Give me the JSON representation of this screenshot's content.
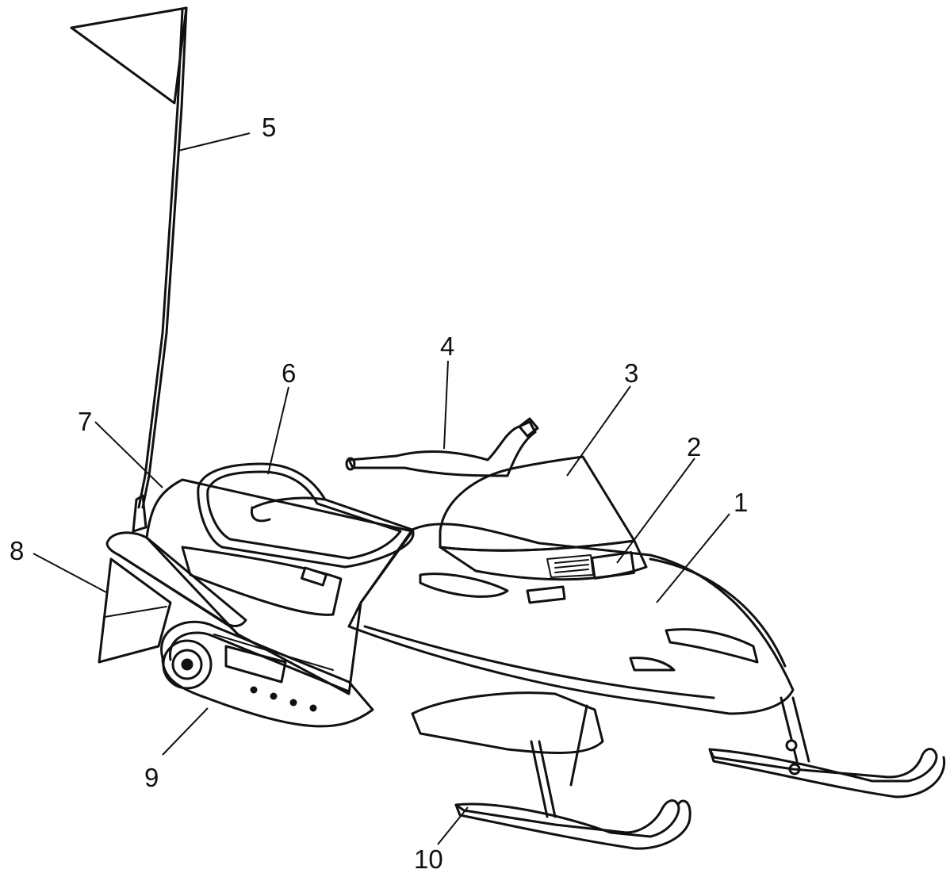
{
  "figure": {
    "subject": "snowmobile-line-drawing",
    "callouts": [
      {
        "id": "callout-1",
        "label": "1"
      },
      {
        "id": "callout-2",
        "label": "2"
      },
      {
        "id": "callout-3",
        "label": "3"
      },
      {
        "id": "callout-4",
        "label": "4"
      },
      {
        "id": "callout-5",
        "label": "5"
      },
      {
        "id": "callout-6",
        "label": "6"
      },
      {
        "id": "callout-7",
        "label": "7"
      },
      {
        "id": "callout-8",
        "label": "8"
      },
      {
        "id": "callout-9",
        "label": "9"
      },
      {
        "id": "callout-10",
        "label": "10"
      }
    ],
    "colors": {
      "ink": "#111111",
      "paper": "#ffffff"
    }
  }
}
